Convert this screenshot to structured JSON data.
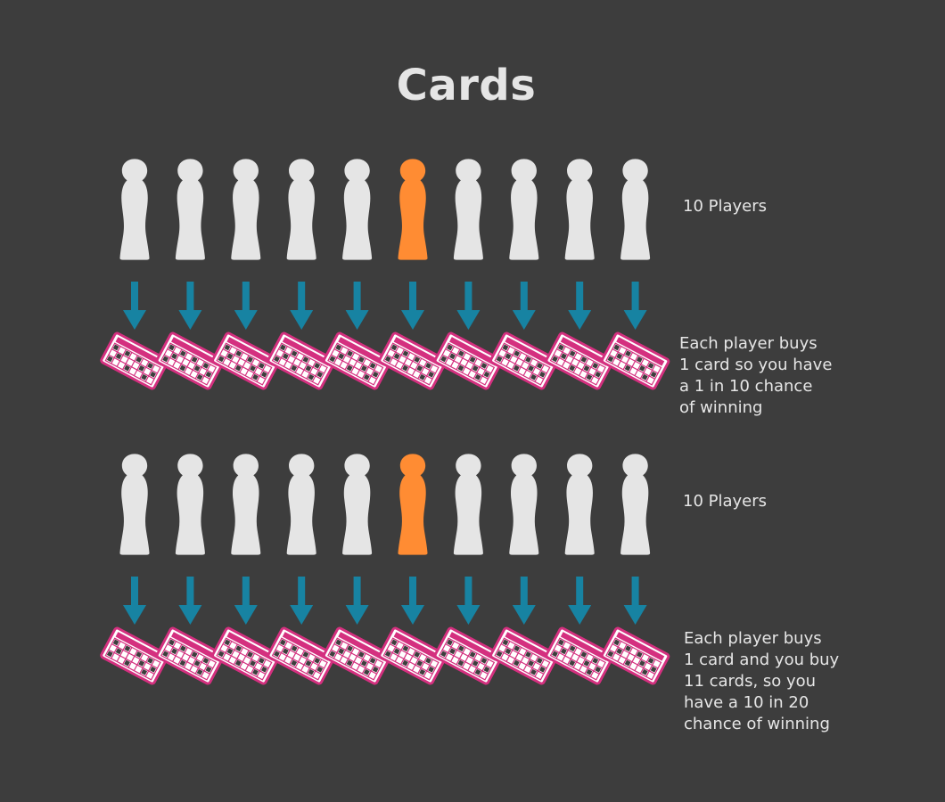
{
  "title": "Cards",
  "colors": {
    "background": "#3d3d3d",
    "player": "#e5e5e5",
    "highlight_player": "#ff8c33",
    "arrow": "#1783a2",
    "card_border": "#d4307f",
    "card_fill": "#ffffff"
  },
  "scenarios": [
    {
      "players_label": "10 Players",
      "description": "Each player buys\n1 card so you have\na 1 in 10 chance\nof winning",
      "player_count": 10,
      "highlight_index": 5,
      "card_count": 10
    },
    {
      "players_label": "10 Players",
      "description": "Each player buys\n1 card and you buy\n11 cards, so you\nhave a 10 in 20\nchance of winning",
      "player_count": 10,
      "highlight_index": 5,
      "card_count": 10
    }
  ],
  "icons": {
    "player": "player-pawn-icon",
    "arrow": "down-arrow-icon",
    "card": "bingo-card-icon"
  }
}
